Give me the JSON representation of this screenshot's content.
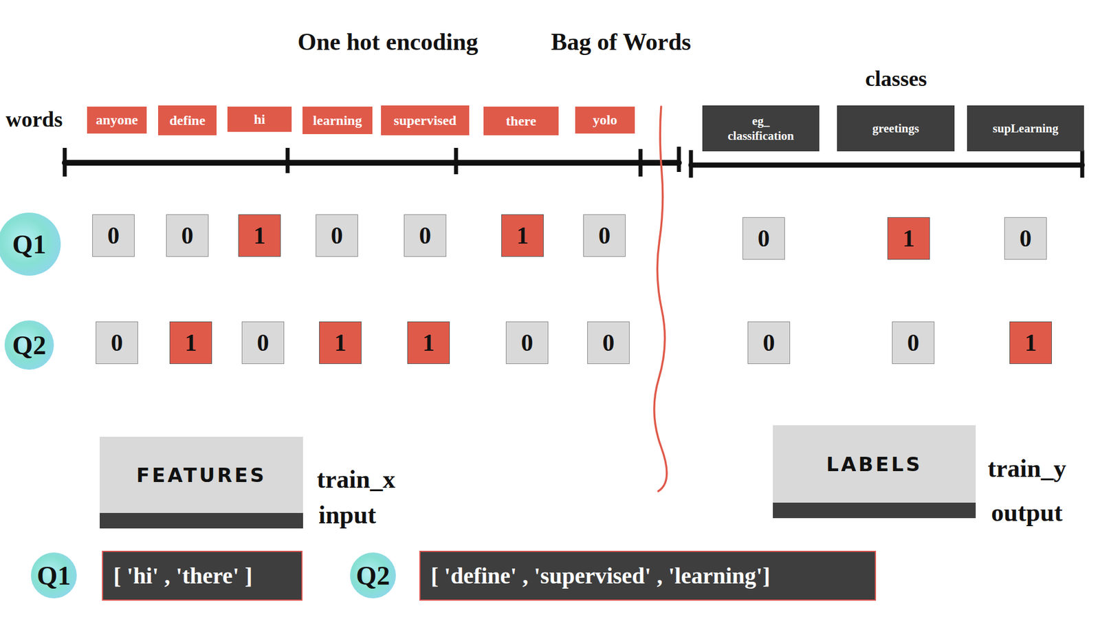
{
  "diagram": {
    "nodes": [
      {
        "text": [
          "anyone"
        ]
      },
      {
        "text": [
          "define"
        ]
      },
      {
        "text": [
          "hi"
        ]
      },
      {
        "text": [
          "learning"
        ]
      },
      {
        "text": [
          "supervised"
        ]
      },
      {
        "text": [
          "there"
        ]
      },
      {
        "text": [
          "yolo"
        ]
      },
      {
        "text": [
          "eg_ classification"
        ]
      },
      {
        "text": [
          "greetings"
        ]
      },
      {
        "text": [
          "supLearning"
        ]
      },
      {
        "text": [
          "Q1"
        ]
      },
      {
        "text": [
          "0"
        ]
      },
      {
        "text": [
          "0"
        ]
      },
      {
        "text": [
          "1"
        ]
      },
      {
        "text": [
          "0"
        ]
      },
      {
        "text": [
          "0"
        ]
      },
      {
        "text": [
          "1"
        ]
      },
      {
        "text": [
          "0"
        ]
      },
      {
        "text": [
          "0"
        ]
      },
      {
        "text": [
          "1"
        ]
      },
      {
        "text": [
          "0"
        ]
      },
      {
        "text": [
          "Q2"
        ]
      },
      {
        "text": [
          "0"
        ]
      },
      {
        "text": [
          "1"
        ]
      },
      {
        "text": [
          "0"
        ]
      },
      {
        "text": [
          "1"
        ]
      },
      {
        "text": [
          "1"
        ]
      },
      {
        "text": [
          "0"
        ]
      },
      {
        "text": [
          "0"
        ]
      },
      {
        "text": [
          "0"
        ]
      },
      {
        "text": [
          "0"
        ]
      },
      {
        "text": [
          "1"
        ]
      },
      {
        "text": [
          "FEATURES"
        ]
      },
      {
        "text": [
          "LABELS"
        ]
      },
      {
        "text": [
          "Q1"
        ]
      },
      {
        "text": [
          "[ 'hi' , 'there' ]"
        ]
      },
      {
        "text": [
          "Q2"
        ]
      },
      {
        "text": [
          "[ 'define' , 'supervised' , 'learning']"
        ]
      }
    ],
    "labels": [
      "One hot encoding",
      "Bag of Words",
      "classes",
      "words",
      "train_x",
      "input",
      "train_y",
      "output"
    ]
  }
}
